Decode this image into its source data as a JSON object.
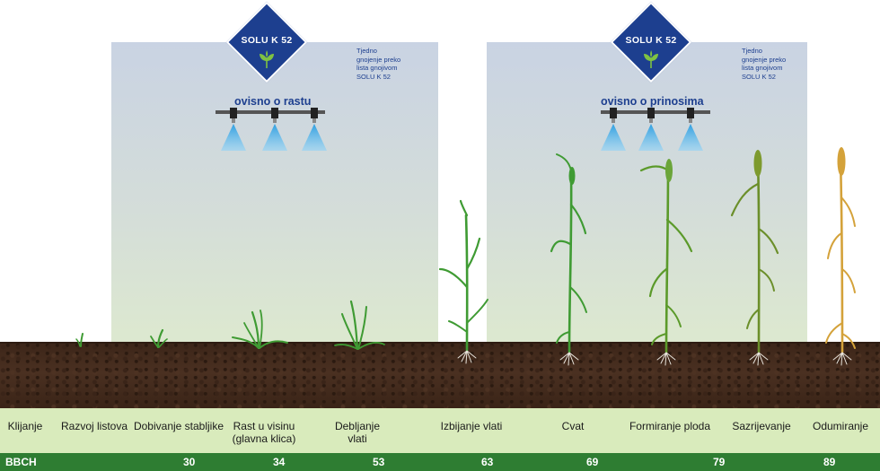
{
  "badges": [
    {
      "label": "SOLU K 52"
    },
    {
      "label": "SOLU K 52"
    }
  ],
  "notes": [
    {
      "lines": [
        "Tjedno",
        "gnojenje preko",
        "lista gnojivom",
        "SOLU K 52"
      ]
    },
    {
      "lines": [
        "Tjedno",
        "gnojenje preko",
        "lista gnojivom",
        "SOLU K 52"
      ]
    }
  ],
  "panels": [
    {
      "title": "ovisno o rastu"
    },
    {
      "title": "ovisno o prinosima"
    }
  ],
  "stages": [
    {
      "lines": [
        "Klijanje"
      ]
    },
    {
      "lines": [
        "Razvoj listova"
      ]
    },
    {
      "lines": [
        "Dobivanje stablјike"
      ]
    },
    {
      "lines": [
        "Rast u visinu",
        "(glavna klica)"
      ]
    },
    {
      "lines": [
        "Debljanje",
        "vlati"
      ]
    },
    {
      "lines": [
        "Izbijanje vlati"
      ]
    },
    {
      "lines": [
        "Cvat"
      ]
    },
    {
      "lines": [
        "Formiranje ploda"
      ]
    },
    {
      "lines": [
        "Sazrijevanje"
      ]
    },
    {
      "lines": [
        "Odumiranje"
      ]
    }
  ],
  "bbch": {
    "label": "BBCH",
    "values": [
      "30",
      "34",
      "53",
      "63",
      "69",
      "79",
      "89"
    ]
  },
  "colors": {
    "brand_blue": "#1d3f8f",
    "plant_green": "#3f9b33",
    "mature_green": "#6b8f2a",
    "dry_yellow": "#d4a23a",
    "bbch_band": "#2e7d32",
    "stage_band": "#d9ebbc"
  }
}
